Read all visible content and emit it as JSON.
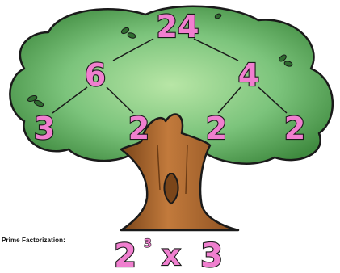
{
  "tree": {
    "root": "24",
    "level1": [
      "6",
      "4"
    ],
    "level2": [
      "3",
      "2",
      "2",
      "2"
    ]
  },
  "caption": "Prime Factorization:",
  "result": {
    "base": "2",
    "exponent": "3",
    "operator": "x",
    "factor": "3"
  },
  "colors": {
    "foliage": "#7cc47c",
    "foliage_dark": "#4f9a4f",
    "trunk": "#b8703a",
    "number_fill": "#f07fcf",
    "outline": "#1a1a1a"
  },
  "icons": [
    "tree-illustration",
    "leaf-icon"
  ]
}
